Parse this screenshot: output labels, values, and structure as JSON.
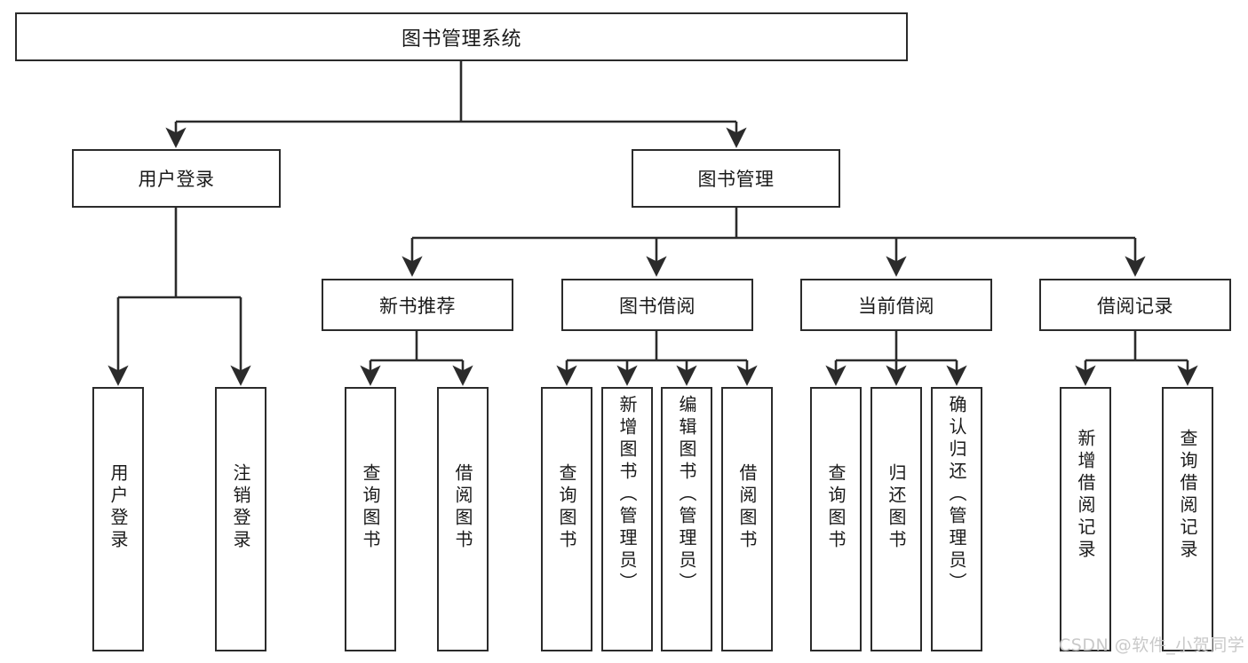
{
  "diagram": {
    "title": "图书管理系统",
    "type": "tree",
    "watermark": "CSDN @软件_小贺同学",
    "colors": {
      "box_border": "#2b2b2b",
      "box_fill": "#ffffff",
      "edge": "#2b2b2b",
      "text": "#1a1a1a",
      "watermark": "#c9c9c9",
      "background": "#ffffff"
    },
    "levels": {
      "root": "图书管理系统",
      "level2": [
        "用户登录",
        "图书管理"
      ],
      "level3": [
        "新书推荐",
        "图书借阅",
        "当前借阅",
        "借阅记录"
      ],
      "level4_groups": [
        [
          "用户登录",
          "注销登录"
        ],
        [
          "查询图书",
          "借阅图书"
        ],
        [
          "查询图书",
          "新增图书（管理员）",
          "编辑图书（管理员）",
          "借阅图书"
        ],
        [
          "查询图书",
          "归还图书",
          "确认归还（管理员）"
        ],
        [
          "新增借阅记录",
          "查询借阅记录"
        ]
      ]
    },
    "nodes": {
      "root": {
        "label": "图书管理系统"
      },
      "user_login": {
        "label": "用户登录"
      },
      "book_manage": {
        "label": "图书管理"
      },
      "new_book_rec": {
        "label": "新书推荐"
      },
      "book_borrow": {
        "label": "图书借阅"
      },
      "current_borrow": {
        "label": "当前借阅"
      },
      "borrow_record": {
        "label": "借阅记录"
      },
      "leaf_user_login": {
        "label": "用户登录"
      },
      "leaf_logout": {
        "label": "注销登录"
      },
      "leaf_query_book_1": {
        "label": "查询图书"
      },
      "leaf_borrow_book_1": {
        "label": "借阅图书"
      },
      "leaf_query_book_2": {
        "label": "查询图书"
      },
      "leaf_add_book": {
        "label": "新增图书（管理员）"
      },
      "leaf_edit_book": {
        "label": "编辑图书（管理员）"
      },
      "leaf_borrow_book_2": {
        "label": "借阅图书"
      },
      "leaf_query_book_3": {
        "label": "查询图书"
      },
      "leaf_return_book": {
        "label": "归还图书"
      },
      "leaf_confirm_return": {
        "label": "确认归还（管理员）"
      },
      "leaf_add_record": {
        "label": "新增借阅记录"
      },
      "leaf_query_record": {
        "label": "查询借阅记录"
      }
    },
    "edges": [
      {
        "from": "root",
        "to": "user_login"
      },
      {
        "from": "root",
        "to": "book_manage"
      },
      {
        "from": "user_login",
        "to": "leaf_user_login"
      },
      {
        "from": "user_login",
        "to": "leaf_logout"
      },
      {
        "from": "book_manage",
        "to": "new_book_rec"
      },
      {
        "from": "book_manage",
        "to": "book_borrow"
      },
      {
        "from": "book_manage",
        "to": "current_borrow"
      },
      {
        "from": "book_manage",
        "to": "borrow_record"
      },
      {
        "from": "new_book_rec",
        "to": "leaf_query_book_1"
      },
      {
        "from": "new_book_rec",
        "to": "leaf_borrow_book_1"
      },
      {
        "from": "book_borrow",
        "to": "leaf_query_book_2"
      },
      {
        "from": "book_borrow",
        "to": "leaf_add_book"
      },
      {
        "from": "book_borrow",
        "to": "leaf_edit_book"
      },
      {
        "from": "book_borrow",
        "to": "leaf_borrow_book_2"
      },
      {
        "from": "current_borrow",
        "to": "leaf_query_book_3"
      },
      {
        "from": "current_borrow",
        "to": "leaf_return_book"
      },
      {
        "from": "current_borrow",
        "to": "leaf_confirm_return"
      },
      {
        "from": "borrow_record",
        "to": "leaf_add_record"
      },
      {
        "from": "borrow_record",
        "to": "leaf_query_record"
      }
    ]
  }
}
